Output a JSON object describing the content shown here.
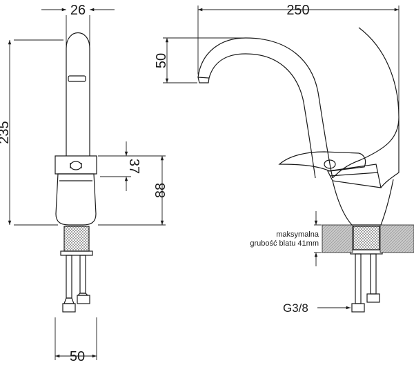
{
  "dimensions": {
    "front_width_top": "26",
    "front_height_total": "235",
    "lever_height": "37",
    "body_height": "88",
    "base_width": "50",
    "side_spout_reach": "250",
    "side_spout_height": "50"
  },
  "annotations": {
    "worktop_line1": "maksymalna",
    "worktop_line2": "grubość blatu 41mm",
    "connection": "G3/8"
  }
}
